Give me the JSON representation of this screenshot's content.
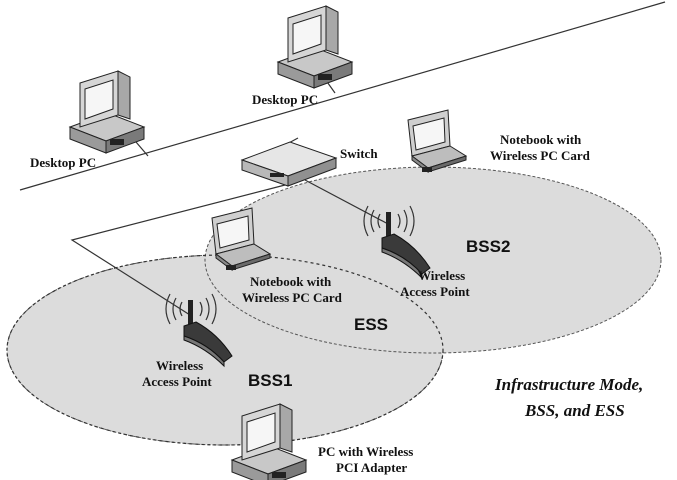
{
  "labels": {
    "desktop_pc_left": "Desktop PC",
    "desktop_pc_top": "Desktop PC",
    "switch": "Switch",
    "notebook_right_line1": "Notebook with",
    "notebook_right_line2": "Wireless PC Card",
    "notebook_mid_line1": "Notebook with",
    "notebook_mid_line2": "Wireless PC Card",
    "ap_right_line1": "Wireless",
    "ap_right_line2": "Access Point",
    "ap_left_line1": "Wireless",
    "ap_left_line2": "Access Point",
    "pc_pci_line1": "PC with Wireless",
    "pc_pci_line2": "PCI Adapter",
    "bss1": "BSS1",
    "bss2": "BSS2",
    "ess": "ESS"
  },
  "caption": {
    "line1": "Infrastructure Mode,",
    "line2": "BSS, and ESS"
  },
  "colors": {
    "ellipse_fill": "#dcdcdc",
    "device_gray": "#bdbdbd",
    "device_dark": "#3a3a3a"
  }
}
